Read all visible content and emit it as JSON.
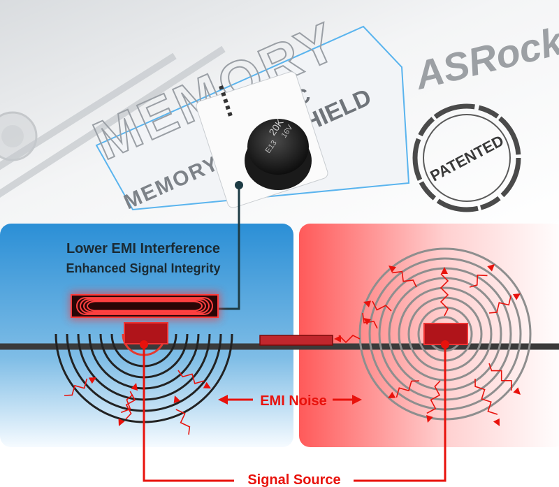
{
  "header": {
    "memory_big": "MEMORY",
    "memory_small": "MEMORY",
    "oc_shield": [
      "OC",
      "SHIELD"
    ],
    "brand": "ASRock",
    "stamp": "PATENTED",
    "capacitor_marking": [
      "20K",
      "16V",
      "E13"
    ]
  },
  "left_panel": {
    "title": "Lower EMI Interference",
    "subtitle": "Enhanced Signal Integrity"
  },
  "labels": {
    "emi_noise": "EMI Noise",
    "signal_source": "Signal Source"
  },
  "colors": {
    "accent_red": "#e8120c",
    "dark_red": "#8a0d0d",
    "left_panel_blue": "#2d93d8",
    "right_panel_red": "#ff6a6a",
    "ring_dark": "#1a1a1a",
    "ring_gray": "#9a9a9a"
  }
}
